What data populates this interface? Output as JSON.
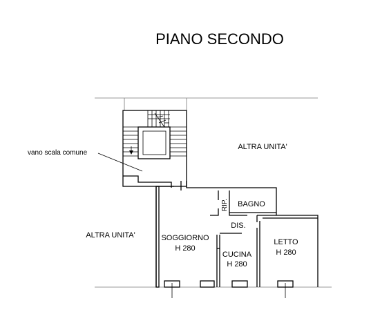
{
  "title": "PIANO SECONDO",
  "labels": {
    "vano_scala": "vano scala comune",
    "altra_unita_right": "ALTRA UNITA'",
    "altra_unita_left": "ALTRA UNITA'",
    "bagno": "BAGNO",
    "rip": "RIP.",
    "dis": "DIS.",
    "soggiorno": "SOGGIORNO",
    "soggiorno_h": "H 280",
    "cucina": "CUCINA",
    "cucina_h": "H 280",
    "letto": "LETTO",
    "letto_h": "H 280"
  }
}
